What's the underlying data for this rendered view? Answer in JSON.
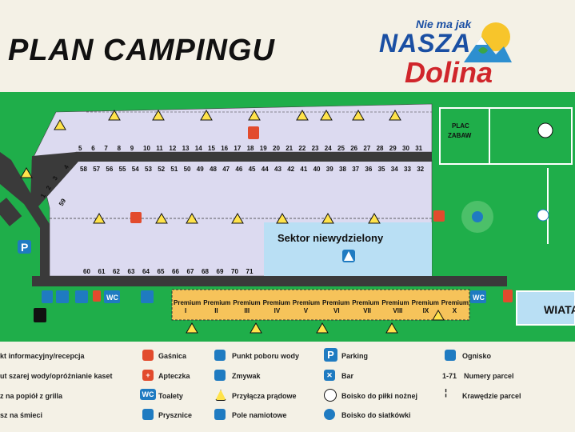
{
  "title": "PLAN CAMPINGU",
  "logo": {
    "line1": "Nie ma jak",
    "line2": "NASZA",
    "line3": "Dolina"
  },
  "map": {
    "sector_label": "Sektor niewydzielony",
    "playground_label": "PLAC ZABAW",
    "shelter_label": "WIATA",
    "parking_label": "P",
    "wc_label": "WC",
    "parcels_top_outer": [
      "5",
      "6",
      "7",
      "8",
      "9",
      "10",
      "11",
      "12",
      "13",
      "14",
      "15",
      "16",
      "17",
      "18",
      "19",
      "20",
      "21",
      "22",
      "23",
      "24",
      "25",
      "26",
      "27",
      "28",
      "29",
      "30",
      "31"
    ],
    "parcels_top_inner": [
      "58",
      "57",
      "56",
      "55",
      "54",
      "53",
      "52",
      "51",
      "50",
      "49",
      "48",
      "47",
      "46",
      "45",
      "44",
      "43",
      "42",
      "41",
      "40",
      "39",
      "38",
      "37",
      "36",
      "35",
      "34",
      "33",
      "32"
    ],
    "parcels_diag": [
      "1",
      "2",
      "3",
      "4",
      "59"
    ],
    "parcels_bottom": [
      "60",
      "61",
      "62",
      "63",
      "64",
      "65",
      "66",
      "67",
      "68",
      "69",
      "70",
      "71"
    ],
    "premium": [
      {
        "name": "Premium",
        "num": "I"
      },
      {
        "name": "Premium",
        "num": "II"
      },
      {
        "name": "Premium",
        "num": "III"
      },
      {
        "name": "Premium",
        "num": "IV"
      },
      {
        "name": "Premium",
        "num": "V"
      },
      {
        "name": "Premium",
        "num": "VI"
      },
      {
        "name": "Premium",
        "num": "VII"
      },
      {
        "name": "Premium",
        "num": "VIII"
      },
      {
        "name": "Premium",
        "num": "IX"
      },
      {
        "name": "Premium",
        "num": "X"
      }
    ],
    "colors": {
      "grass": "#1fae4a",
      "sector": "#dcdaf0",
      "road": "#3a3a3a",
      "premium": "#f6c35a",
      "open": "#b9dff4"
    }
  },
  "legend": {
    "col1": [
      "kt informacyjny/recepcja",
      "ut szarej wody/opróżnianie kaset",
      "z na popiół z grilla",
      "sz na śmieci"
    ],
    "col2": [
      "Gaśnica",
      "Apteczka",
      "Toalety",
      "Prysznice"
    ],
    "col3": [
      "Punkt poboru wody",
      "Zmywak",
      "Przyłącza prądowe",
      "Pole namiotowe"
    ],
    "col4": [
      "Parking",
      "Bar",
      "Boisko do piłki nożnej",
      "Boisko do siatkówki"
    ],
    "col5": [
      "Ognisko",
      "Numery parcel",
      "Krawędzie parcel"
    ],
    "col5_numbers": "1-71",
    "wc_icon_text": "WC"
  }
}
